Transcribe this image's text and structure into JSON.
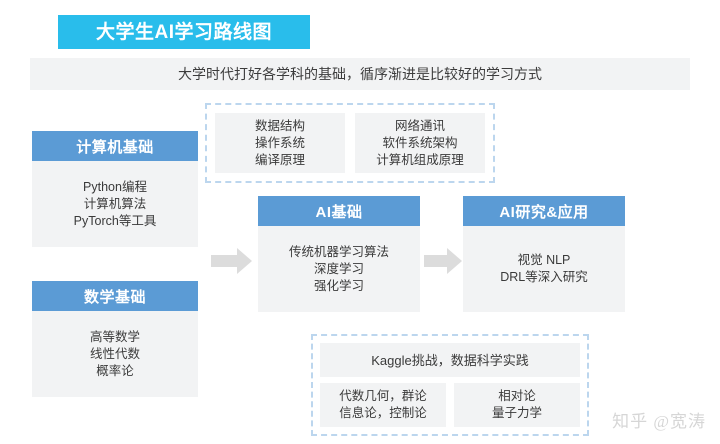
{
  "header": {
    "title": "大学生AI学习路线图",
    "subtitle": "大学时代打好各学科的基础，循序渐进是比较好的学习方式",
    "title_bg_color": "#29bdeb",
    "subtitle_bg_color": "#f2f3f4"
  },
  "theme": {
    "card_header_color": "#5b9bd5",
    "card_body_color": "#f2f3f4",
    "dashed_border_color": "#bcd6ee",
    "arrow_color": "#dcdcdc",
    "text_color": "#3a3a3a"
  },
  "cards": {
    "computer_basics": {
      "header": "计算机基础",
      "lines": [
        "Python编程",
        "计算机算法",
        "PyTorch等工具"
      ]
    },
    "math_basics": {
      "header": "数学基础",
      "lines": [
        "高等数学",
        "线性代数",
        "概率论"
      ]
    },
    "ai_basics": {
      "header": "AI基础",
      "lines": [
        "传统机器学习算法",
        "深度学习",
        "强化学习"
      ]
    },
    "ai_research": {
      "header": "AI研究&应用",
      "lines": [
        "视觉  NLP",
        "DRL等深入研究"
      ]
    }
  },
  "theory_group": {
    "boxes": [
      {
        "lines": [
          "数据结构",
          "操作系统",
          "编译原理"
        ]
      },
      {
        "lines": [
          "网络通讯",
          "软件系统架构",
          "计算机组成原理"
        ]
      }
    ]
  },
  "advanced_group": {
    "kaggle": "Kaggle挑战，数据科学实践",
    "boxes": [
      {
        "lines": [
          "代数几何，群论",
          "信息论，控制论"
        ]
      },
      {
        "lines": [
          "相对论",
          "量子力学"
        ]
      }
    ]
  },
  "arrows": [
    {
      "name": "arrow-foundations-to-ai-basics"
    },
    {
      "name": "arrow-ai-basics-to-ai-research"
    }
  ],
  "watermark": "知乎 @宽涛"
}
